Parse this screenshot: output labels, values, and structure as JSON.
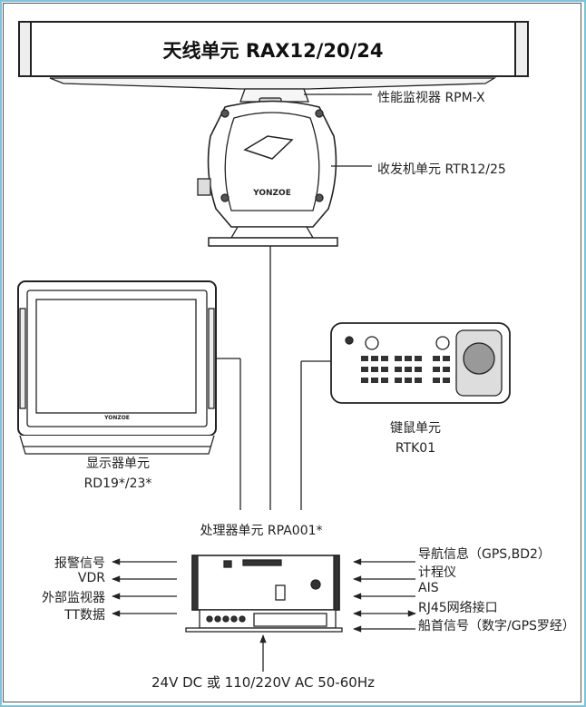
{
  "antenna": {
    "title": "天线单元 RAX12/20/24"
  },
  "pedestal": {
    "monitor_label": "性能监视器 RPM-X",
    "transceiver_label": "收发机单元 RTR12/25",
    "brand": "YONZOE"
  },
  "display": {
    "label": "显示器单元",
    "model": "RD19*/23*",
    "brand": "YONZOE"
  },
  "keyboard": {
    "label": "键鼠单元",
    "model": "RTK01"
  },
  "processor": {
    "label": "处理器单元 RPA001*",
    "outputs": [
      "报警信号",
      "VDR",
      "外部监视器",
      "TT数据"
    ],
    "inputs": [
      "导航信息（GPS,BD2）",
      "计程仪",
      "AIS",
      "RJ45网络接口",
      "船首信号（数字/GPS罗经）"
    ],
    "power": "24V DC 或 110/220V AC 50-60Hz"
  },
  "colors": {
    "frame": "#7ec3dc",
    "line": "#222222"
  }
}
